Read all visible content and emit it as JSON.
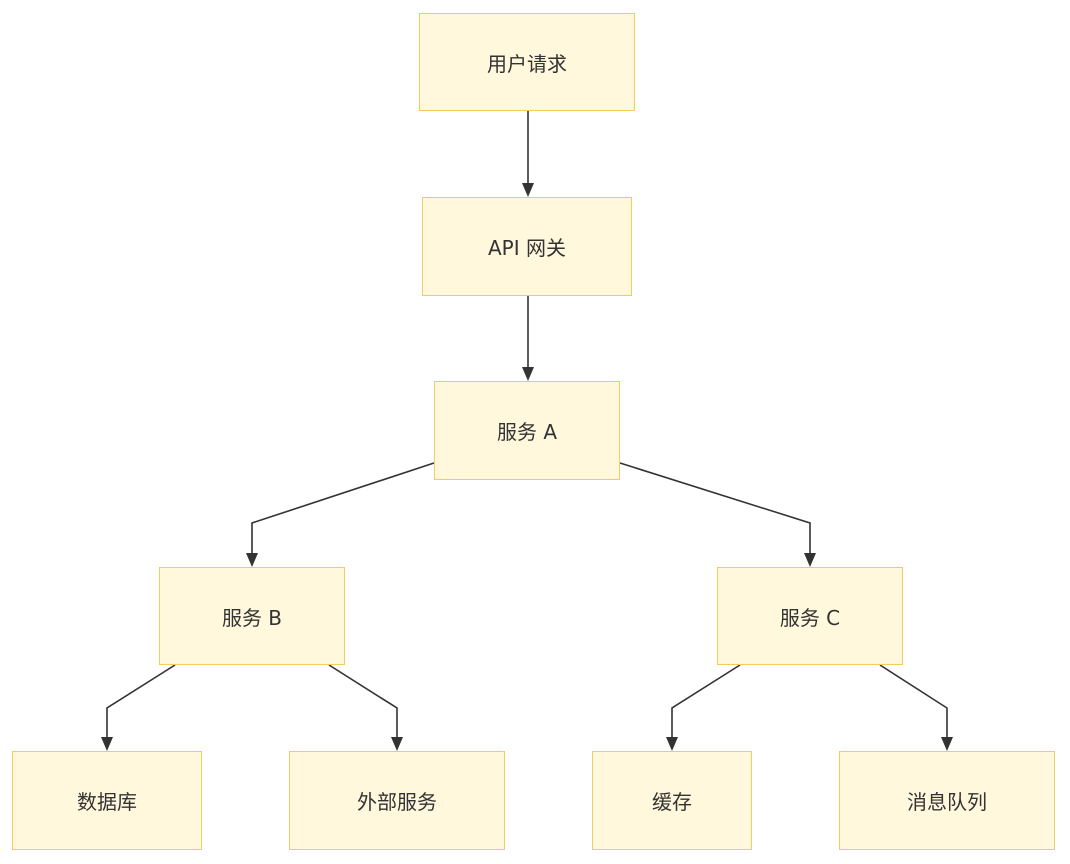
{
  "colors": {
    "node_fill": "#fff8dc",
    "node_border": "#f2cc5c",
    "edge": "#333333",
    "text": "#333333"
  },
  "nodes": {
    "user_request": {
      "label": "用户请求"
    },
    "api_gateway": {
      "label": "API 网关"
    },
    "service_a": {
      "label": "服务 A"
    },
    "service_b": {
      "label": "服务 B"
    },
    "service_c": {
      "label": "服务 C"
    },
    "database": {
      "label": "数据库"
    },
    "external": {
      "label": "外部服务"
    },
    "cache": {
      "label": "缓存"
    },
    "mq": {
      "label": "消息队列"
    }
  },
  "edges": [
    {
      "from": "user_request",
      "to": "api_gateway"
    },
    {
      "from": "api_gateway",
      "to": "service_a"
    },
    {
      "from": "service_a",
      "to": "service_b"
    },
    {
      "from": "service_a",
      "to": "service_c"
    },
    {
      "from": "service_b",
      "to": "database"
    },
    {
      "from": "service_b",
      "to": "external"
    },
    {
      "from": "service_c",
      "to": "cache"
    },
    {
      "from": "service_c",
      "to": "mq"
    }
  ]
}
